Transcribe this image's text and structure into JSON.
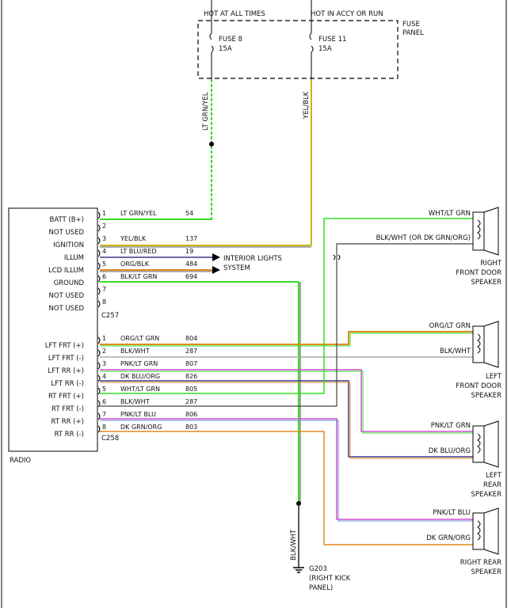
{
  "fuse_panel": {
    "label_line1": "FUSE",
    "label_line2": "PANEL",
    "hot_at_all_times": "HOT AT ALL TIMES",
    "hot_in_accy_run": "HOT IN ACCY OR RUN",
    "fuse8_name": "FUSE 8",
    "fuse8_rating": "15A",
    "fuse11_name": "FUSE 11",
    "fuse11_rating": "15A"
  },
  "vertical_wires": {
    "ltgrn_yel": "LT GRN/YEL",
    "yel_blk": "YEL/BLK",
    "blk_wht": "BLK/WHT"
  },
  "radio": {
    "label": "RADIO",
    "connector1": "C257",
    "connector2": "C258",
    "pins_c257": [
      {
        "name": "BATT (B+)",
        "num": "1",
        "color": "LT GRN/YEL",
        "circuit": "54"
      },
      {
        "name": "NOT USED",
        "num": "2",
        "color": "",
        "circuit": ""
      },
      {
        "name": "IGNITION",
        "num": "3",
        "color": "YEL/BLK",
        "circuit": "137"
      },
      {
        "name": "ILLUM",
        "num": "4",
        "color": "LT BLU/RED",
        "circuit": "19"
      },
      {
        "name": "LCD ILLUM",
        "num": "5",
        "color": "ORG/BLK",
        "circuit": "484"
      },
      {
        "name": "GROUND",
        "num": "6",
        "color": "BLK/LT GRN",
        "circuit": "694"
      },
      {
        "name": "NOT USED",
        "num": "7",
        "color": "",
        "circuit": ""
      },
      {
        "name": "NOT USED",
        "num": "8",
        "color": "",
        "circuit": ""
      }
    ],
    "pins_c258": [
      {
        "name": "LFT FRT (+)",
        "num": "1",
        "color": "ORG/LT GRN",
        "circuit": "804"
      },
      {
        "name": "LFT FRT (-)",
        "num": "2",
        "color": "BLK/WHT",
        "circuit": "287"
      },
      {
        "name": "LFT RR (+)",
        "num": "3",
        "color": "PNK/LT GRN",
        "circuit": "807"
      },
      {
        "name": "LFT RR (-)",
        "num": "4",
        "color": "DK BLU/ORG",
        "circuit": "826"
      },
      {
        "name": "RT FRT (+)",
        "num": "5",
        "color": "WHT/LT GRN",
        "circuit": "805"
      },
      {
        "name": "RT FRT (-)",
        "num": "6",
        "color": "BLK/WHT",
        "circuit": "287"
      },
      {
        "name": "RT RR (+)",
        "num": "7",
        "color": "PNK/LT BLU",
        "circuit": "806"
      },
      {
        "name": "RT RR (-)",
        "num": "8",
        "color": "DK GRN/ORG",
        "circuit": "803"
      }
    ]
  },
  "interior_lights": {
    "line1": "INTERIOR LIGHTS",
    "line2": "SYSTEM"
  },
  "speakers": {
    "right_front": {
      "wire_pos": "WHT/LT GRN",
      "wire_neg": "BLK/WHT (OR DK GRN/ORG)",
      "line1": "RIGHT",
      "line2": "FRONT DOOR",
      "line3": "SPEAKER"
    },
    "left_front": {
      "wire_pos": "ORG/LT GRN",
      "wire_neg": "BLK/WHT",
      "line1": "LEFT",
      "line2": "FRONT DOOR",
      "line3": "SPEAKER"
    },
    "left_rear": {
      "wire_pos": "PNK/LT GRN",
      "wire_neg": "DK BLU/ORG",
      "line1": "LEFT",
      "line2": "REAR",
      "line3": "SPEAKER"
    },
    "right_rear": {
      "wire_pos": "PNK/LT BLU",
      "wire_neg": "DK GRN/ORG",
      "line1": "RIGHT REAR",
      "line2": "SPEAKER"
    }
  },
  "ground": {
    "id": "G203",
    "line1": "(RIGHT KICK",
    "line2": "PANEL)"
  },
  "colors": {
    "ltgrn": "#33dd22",
    "yellow": "#c8b400",
    "orange": "#e08a1e",
    "pink": "#d050d0",
    "dkblu": "#3a3a8a",
    "gray": "#888888",
    "black": "#222222"
  }
}
